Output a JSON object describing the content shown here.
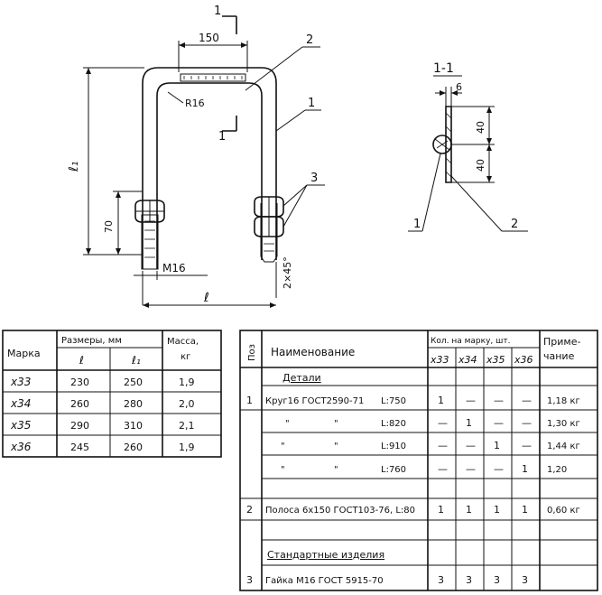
{
  "drawing": {
    "dims": {
      "section_mark": "1",
      "width_150": "150",
      "callout_2": "2",
      "radius": "R16",
      "callout_1": "1",
      "section_mark_lower": "1",
      "l1": "ℓ₁",
      "dim_70": "70",
      "thread": "M16",
      "callout_3": "3",
      "chamfer": "2×45°",
      "l": "ℓ"
    },
    "section": {
      "title": "1-1",
      "dim_6": "6",
      "dim_40_top": "40",
      "dim_40_bottom": "40",
      "callout_1": "1",
      "callout_2": "2"
    }
  },
  "marks_table": {
    "col_mark": "Марка",
    "col_dims": "Размеры, мм",
    "col_l": "ℓ",
    "col_l1": "ℓ₁",
    "col_mass_1": "Масса,",
    "col_mass_2": "кг",
    "rows": [
      {
        "mark": "х33",
        "l": "230",
        "l1": "250",
        "mass": "1,9"
      },
      {
        "mark": "х34",
        "l": "260",
        "l1": "280",
        "mass": "2,0"
      },
      {
        "mark": "х35",
        "l": "290",
        "l1": "310",
        "mass": "2,1"
      },
      {
        "mark": "х36",
        "l": "245",
        "l1": "260",
        "mass": "1,9"
      }
    ]
  },
  "spec_table": {
    "col_pos": "Поз",
    "col_name": "Наименование",
    "col_qty": "Кол. на марку, шт.",
    "qty_cols": [
      "х33",
      "х34",
      "х35",
      "х36"
    ],
    "col_note_1": "Приме-",
    "col_note_2": "чание",
    "section_details": "Детали",
    "section_std": "Стандартные изделия",
    "rows": [
      {
        "pos": "1",
        "name": "Круг16 ГОСТ2590-71",
        "len": "L:750",
        "q": [
          "1",
          "—",
          "—",
          "—"
        ],
        "note": "1,18 кг"
      },
      {
        "pos": "",
        "name": "\"",
        "name2": "\"",
        "len": "L:820",
        "q": [
          "—",
          "1",
          "—",
          "—"
        ],
        "note": "1,30 кг"
      },
      {
        "pos": "",
        "name": "\"",
        "name2": "\"",
        "len": "L:910",
        "q": [
          "—",
          "—",
          "1",
          "—"
        ],
        "note": "1,44 кг"
      },
      {
        "pos": "",
        "name": "\"",
        "name2": "\"",
        "len": "L:760",
        "q": [
          "—",
          "—",
          "—",
          "1"
        ],
        "note": "1,20"
      },
      {
        "pos": "2",
        "name": "Полоса 6х150 ГОСТ103-76, L:80",
        "len": "",
        "q": [
          "1",
          "1",
          "1",
          "1"
        ],
        "note": "0,60 кг"
      },
      {
        "pos": "3",
        "name": "Гайка М16 ГОСТ 5915-70",
        "len": "",
        "q": [
          "3",
          "3",
          "3",
          "3"
        ],
        "note": ""
      }
    ]
  }
}
